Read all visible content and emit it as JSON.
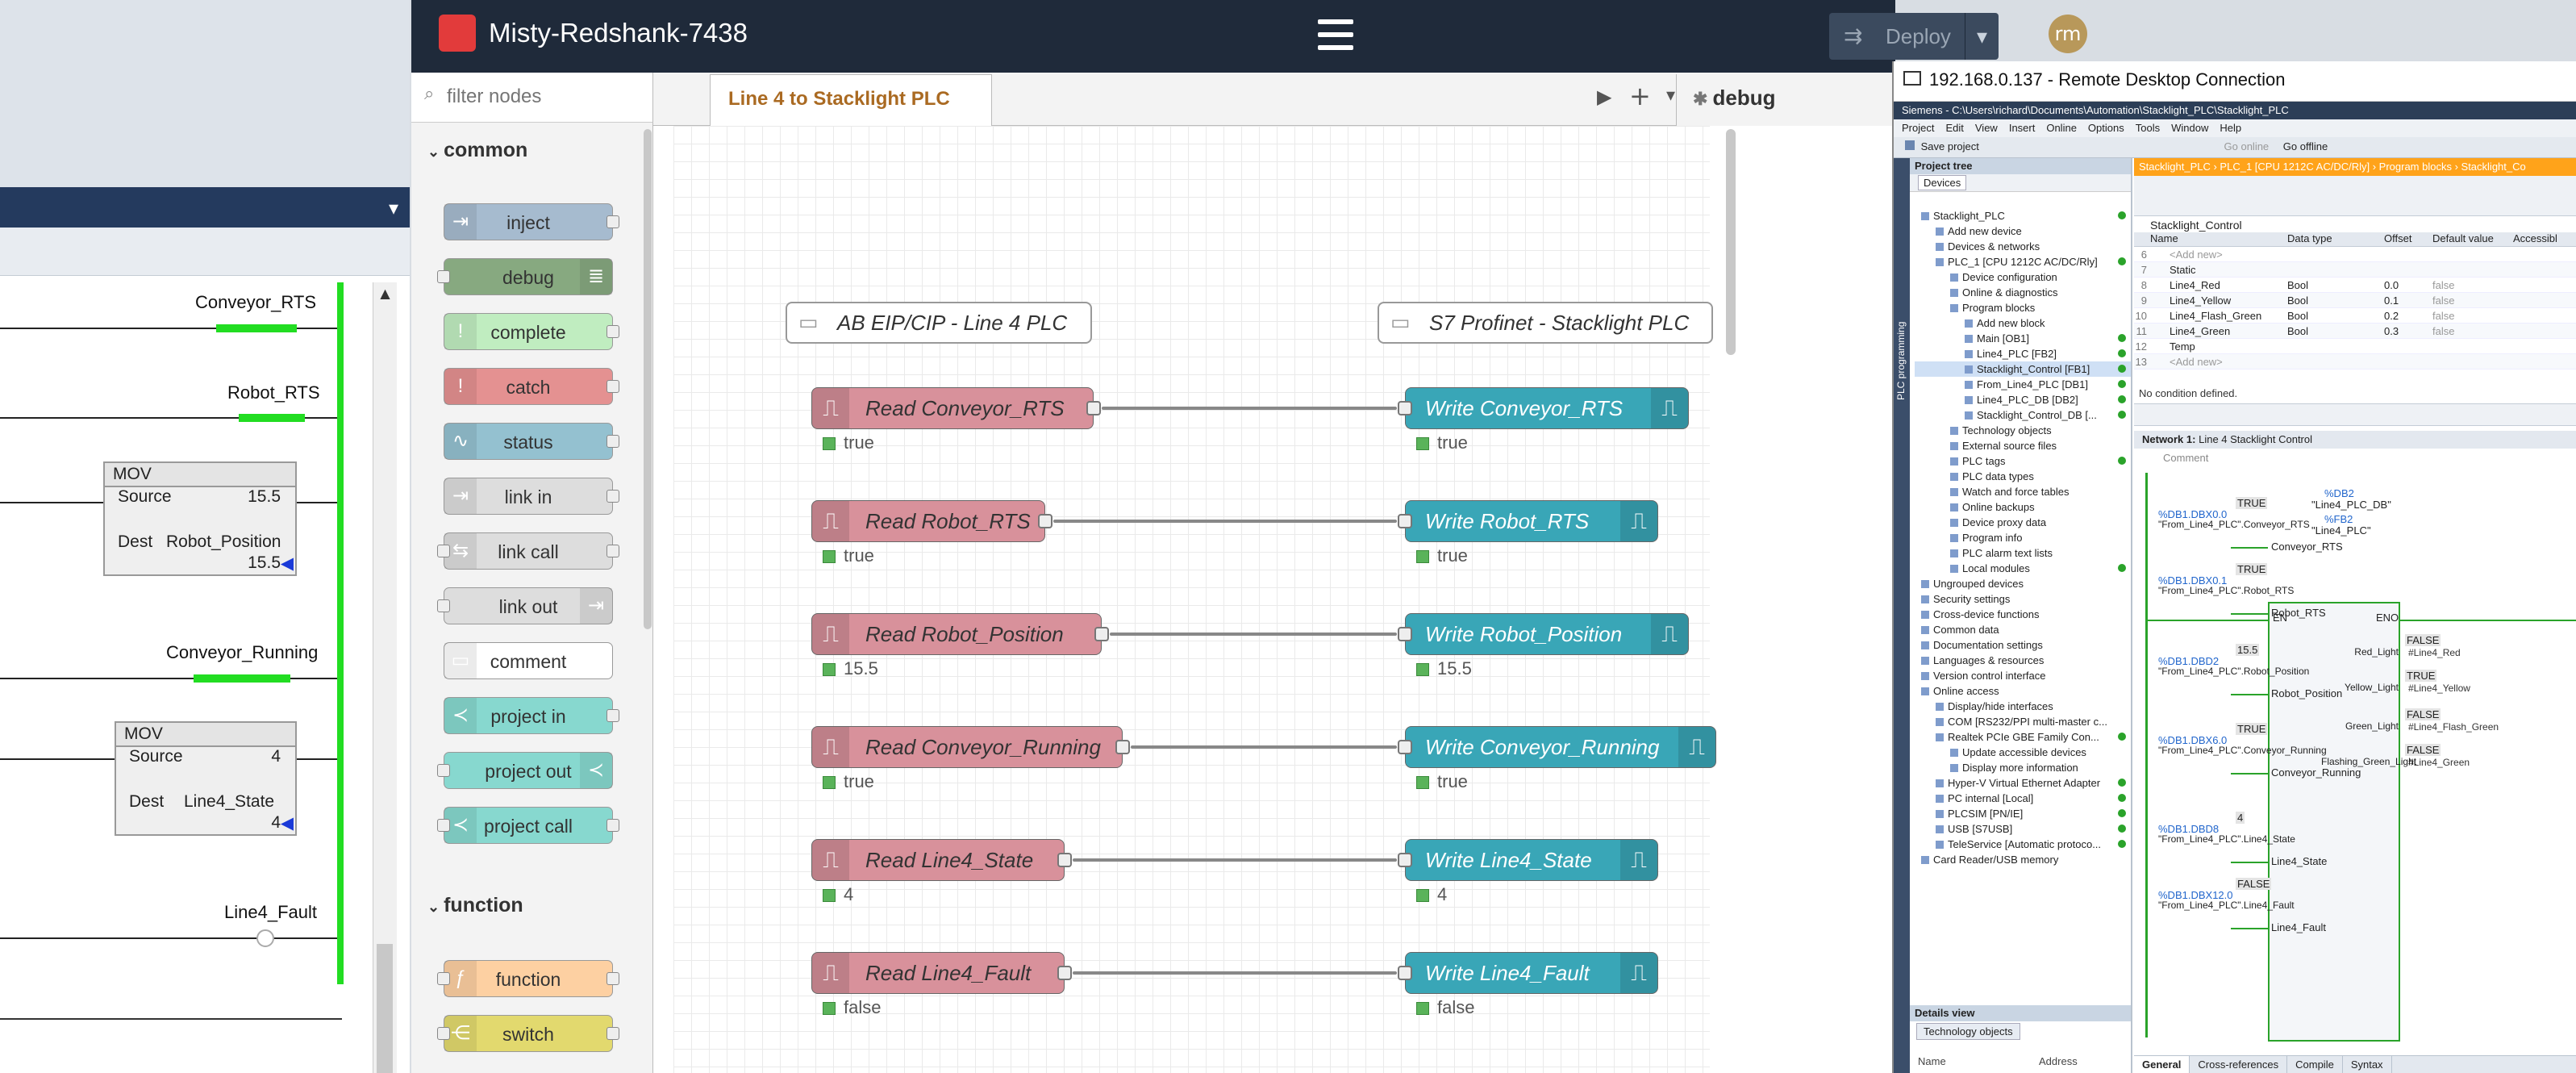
{
  "ladder": {
    "rungs": [
      {
        "label": "Conveyor_RTS"
      },
      {
        "label": "Robot_RTS"
      },
      {
        "label": "Conveyor_Running"
      },
      {
        "label": "Line4_Fault"
      }
    ],
    "mov1": {
      "title": "MOV",
      "source_label": "Source",
      "source_val": "15.5",
      "dest_label": "Dest",
      "dest_tag": "Robot_Position",
      "dest_val": "15.5"
    },
    "mov2": {
      "title": "MOV",
      "source_label": "Source",
      "source_val": "4",
      "dest_label": "Dest",
      "dest_tag": "Line4_State",
      "dest_val": "4"
    }
  },
  "nodered": {
    "title": "Misty-Redshank-7438",
    "deploy_label": "Deploy",
    "avatar": "rm",
    "filter_placeholder": "filter nodes",
    "tab": "Line 4 to Stacklight PLC",
    "debug_tab": "debug",
    "palette": {
      "common_label": "common",
      "common": [
        "inject",
        "debug",
        "complete",
        "catch",
        "status",
        "link in",
        "link call",
        "link out",
        "comment",
        "project in",
        "project out",
        "project call"
      ],
      "function_label": "function",
      "function": [
        "function",
        "switch"
      ]
    },
    "comments": {
      "left": "AB EIP/CIP - Line 4 PLC",
      "right": "S7 Profinet - Stacklight PLC"
    },
    "flows": [
      {
        "read": "Read Conveyor_RTS",
        "write": "Write Conveyor_RTS",
        "read_status": "true",
        "write_status": "true"
      },
      {
        "read": "Read Robot_RTS",
        "write": "Write Robot_RTS",
        "read_status": "true",
        "write_status": "true"
      },
      {
        "read": "Read Robot_Position",
        "write": "Write Robot_Position",
        "read_status": "15.5",
        "write_status": "15.5"
      },
      {
        "read": "Read Conveyor_Running",
        "write": "Write Conveyor_Running",
        "read_status": "true",
        "write_status": "true"
      },
      {
        "read": "Read Line4_State",
        "write": "Write Line4_State",
        "read_status": "4",
        "write_status": "4"
      },
      {
        "read": "Read Line4_Fault",
        "write": "Write Line4_Fault",
        "read_status": "false",
        "write_status": "false"
      }
    ]
  },
  "rdp": {
    "title": "192.168.0.137 - Remote Desktop Connection",
    "tia_title": "Siemens - C:\\Users\\richard\\Documents\\Automation\\Stacklight_PLC\\Stacklight_PLC",
    "menu": [
      "Project",
      "Edit",
      "View",
      "Insert",
      "Online",
      "Options",
      "Tools",
      "Window",
      "Help"
    ],
    "save_project": "Save project",
    "go_online": "Go online",
    "go_offline": "Go offline",
    "project_tree": "Project tree",
    "devices_tab": "Devices",
    "breadcrumb": "Stacklight_PLC  ›  PLC_1 [CPU 1212C AC/DC/Rly]  ›  Program blocks  ›  Stacklight_Co",
    "tree": [
      "Stacklight_PLC",
      "Add new device",
      "Devices & networks",
      "PLC_1 [CPU 1212C AC/DC/Rly]",
      "Device configuration",
      "Online & diagnostics",
      "Program blocks",
      "Add new block",
      "Main [OB1]",
      "Line4_PLC [FB2]",
      "Stacklight_Control [FB1]",
      "From_Line4_PLC [DB1]",
      "Line4_PLC_DB [DB2]",
      "Stacklight_Control_DB [...",
      "Technology objects",
      "External source files",
      "PLC tags",
      "PLC data types",
      "Watch and force tables",
      "Online backups",
      "Device proxy data",
      "Program info",
      "PLC alarm text lists",
      "Local modules",
      "Ungrouped devices",
      "Security settings",
      "Cross-device functions",
      "Common data",
      "Documentation settings",
      "Languages & resources",
      "Version control interface",
      "Online access",
      "Display/hide interfaces",
      "COM [RS232/PPI multi-master c...",
      "Realtek PCIe GBE Family Con...",
      "Update accessible devices",
      "Display more information",
      "Hyper-V Virtual Ethernet Adapter",
      "PC internal [Local]",
      "PLCSIM [PN/IE]",
      "USB [S7USB]",
      "TeleService [Automatic protoco...",
      "Card Reader/USB memory"
    ],
    "details_view": "Details view",
    "tech_objects": "Technology objects",
    "details_cols": [
      "Name",
      "Address"
    ],
    "block_name": "Stacklight_Control",
    "iface_cols": [
      "Name",
      "Data type",
      "Offset",
      "Default value",
      "Accessibl"
    ],
    "iface_rows": [
      {
        "num": "6",
        "name": "<Add new>",
        "type": "",
        "offset": "",
        "def": ""
      },
      {
        "num": "7",
        "name": "Static",
        "type": "",
        "offset": "",
        "def": ""
      },
      {
        "num": "8",
        "name": "Line4_Red",
        "type": "Bool",
        "offset": "0.0",
        "def": "false"
      },
      {
        "num": "9",
        "name": "Line4_Yellow",
        "type": "Bool",
        "offset": "0.1",
        "def": "false"
      },
      {
        "num": "10",
        "name": "Line4_Flash_Green",
        "type": "Bool",
        "offset": "0.2",
        "def": "false"
      },
      {
        "num": "11",
        "name": "Line4_Green",
        "type": "Bool",
        "offset": "0.3",
        "def": "false"
      },
      {
        "num": "12",
        "name": "Temp",
        "type": "",
        "offset": "",
        "def": ""
      },
      {
        "num": "13",
        "name": "<Add new>",
        "type": "",
        "offset": "",
        "def": ""
      }
    ],
    "no_condition": "No condition defined.",
    "network_label": "Network 1:",
    "network_title": "Line 4 Stacklight Control",
    "comment": "Comment",
    "fb": {
      "db_addr": "%DB2",
      "db_name": "\"Line4_PLC_DB\"",
      "fb_addr": "%FB2",
      "fb_name": "\"Line4_PLC\"",
      "en": "EN",
      "eno": "ENO",
      "inputs": [
        {
          "val": "TRUE",
          "addr": "%DB1.DBX0.0",
          "tag": "\"From_Line4_PLC\".Conveyor_RTS",
          "pin": "Conveyor_RTS"
        },
        {
          "val": "TRUE",
          "addr": "%DB1.DBX0.1",
          "tag": "\"From_Line4_PLC\".Robot_RTS",
          "pin": "Robot_RTS"
        },
        {
          "val": "15.5",
          "addr": "%DB1.DBD2",
          "tag": "\"From_Line4_PLC\".Robot_Position",
          "pin": "Robot_Position"
        },
        {
          "val": "TRUE",
          "addr": "%DB1.DBX6.0",
          "tag": "\"From_Line4_PLC\".Conveyor_Running",
          "pin": "Conveyor_Running"
        },
        {
          "val": "4",
          "addr": "%DB1.DBD8",
          "tag": "\"From_Line4_PLC\".Line4_State",
          "pin": "Line4_State"
        },
        {
          "val": "FALSE",
          "addr": "%DB1.DBX12.0",
          "tag": "\"From_Line4_PLC\".Line4_Fault",
          "pin": "Line4_Fault"
        }
      ],
      "outputs": [
        {
          "val": "FALSE",
          "tag": "#Line4_Red",
          "pin": "Red_Light"
        },
        {
          "val": "TRUE",
          "tag": "#Line4_Yellow",
          "pin": "Yellow_Light"
        },
        {
          "val": "FALSE",
          "tag": "#Line4_Flash_Green",
          "pin": "Green_Light"
        },
        {
          "val": "FALSE",
          "tag": "#Line4_Green",
          "pin": "Flashing_Green_Light"
        }
      ]
    },
    "bottom_tabs": [
      "General",
      "Cross-references",
      "Compile",
      "Syntax"
    ],
    "side_label": "PLC programming"
  }
}
